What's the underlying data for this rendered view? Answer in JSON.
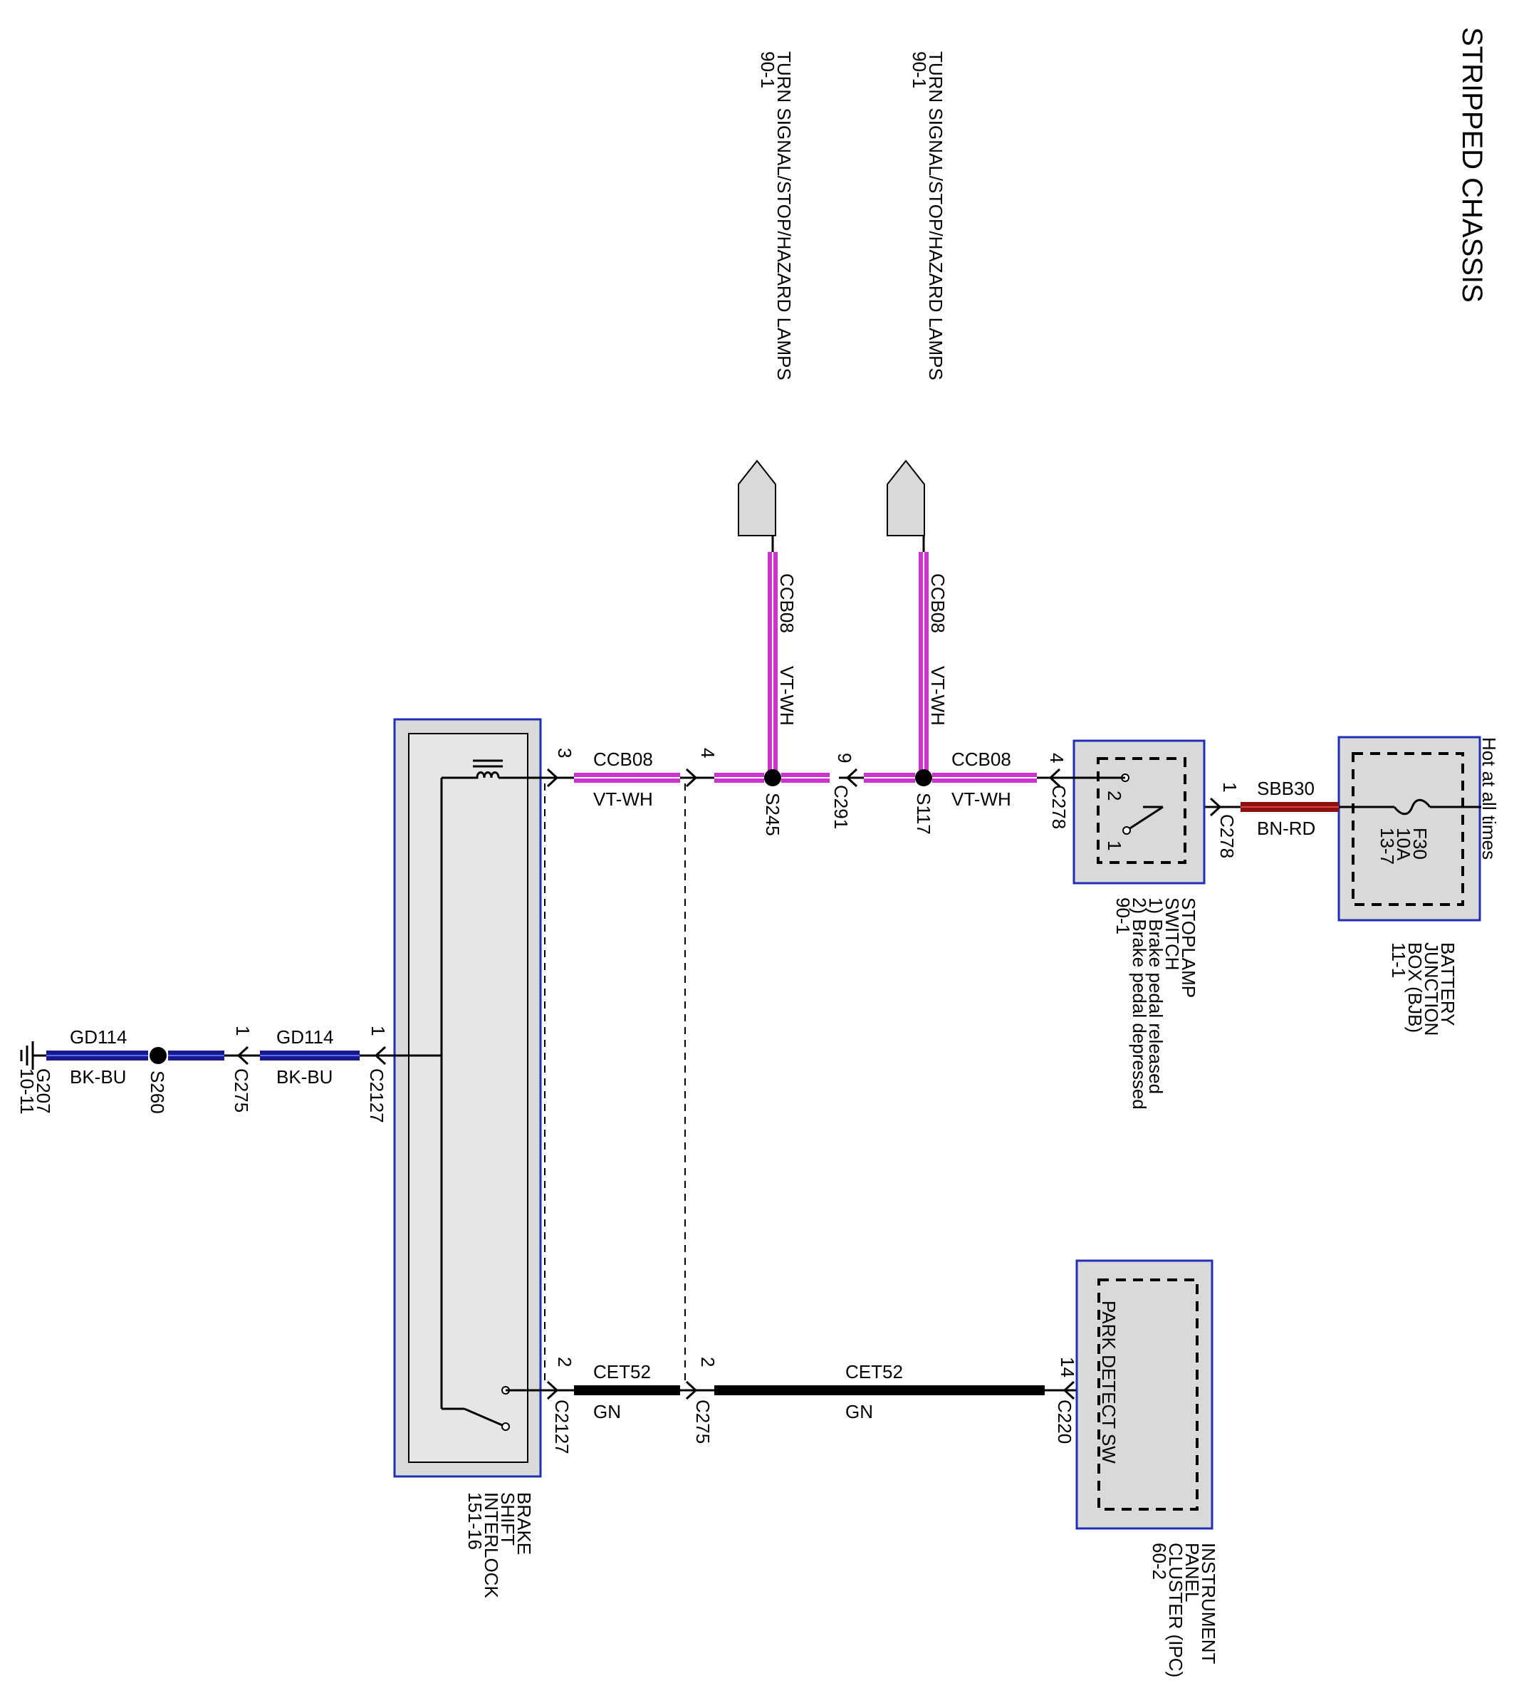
{
  "title": "STRIPPED CHASSIS",
  "colors": {
    "vt_wh": "#cc33cc",
    "vt_wh_core": "#ffffff",
    "bn_rd": "#8b1010",
    "bk_bu": "#1a1a8c",
    "gn": "#000000",
    "box_border": "#1f2fb5",
    "box_fill": "#d9d9d9"
  },
  "labels": {
    "turn_signal_1": "TURN SIGNAL/STOP/HAZARD LAMPS",
    "turn_signal_1_ref": "90-1",
    "turn_signal_2": "TURN SIGNAL/STOP/HAZARD LAMPS",
    "turn_signal_2_ref": "90-1",
    "hot_at_all_times": "Hot at all times",
    "bjb": [
      "BATTERY",
      "JUNCTION",
      "BOX (BJB)",
      "11-1"
    ],
    "fuse": [
      "F30",
      "10A",
      "13-7"
    ],
    "stoplamp": [
      "STOPLAMP",
      "SWITCH",
      "1) Brake pedal released",
      "2) Brake pedal depressed",
      "90-1"
    ],
    "bsi": [
      "BRAKE",
      "SHIFT",
      "INTERLOCK",
      "151-16"
    ],
    "ipc": [
      "INSTRUMENT",
      "PANEL",
      "CLUSTER (IPC)",
      "60-2"
    ],
    "park_detect": "PARK DETECT SW",
    "ground": [
      "G207",
      "10-11"
    ]
  },
  "wires": {
    "sbb30": "SBB30",
    "bn_rd": "BN-RD",
    "ccb08": "CCB08",
    "vt_wh": "VT-WH",
    "gd114": "GD114",
    "bk_bu": "BK-BU",
    "cet52": "CET52",
    "gn": "GN"
  },
  "connectors": {
    "c278": "C278",
    "c291": "C291",
    "c2127": "C2127",
    "c275": "C275",
    "c220": "C220"
  },
  "splices": {
    "s117": "S117",
    "s245": "S245",
    "s260": "S260"
  },
  "pins": {
    "p1": "1",
    "p2": "2",
    "p3": "3",
    "p4": "4",
    "p9": "9",
    "p14": "14"
  }
}
